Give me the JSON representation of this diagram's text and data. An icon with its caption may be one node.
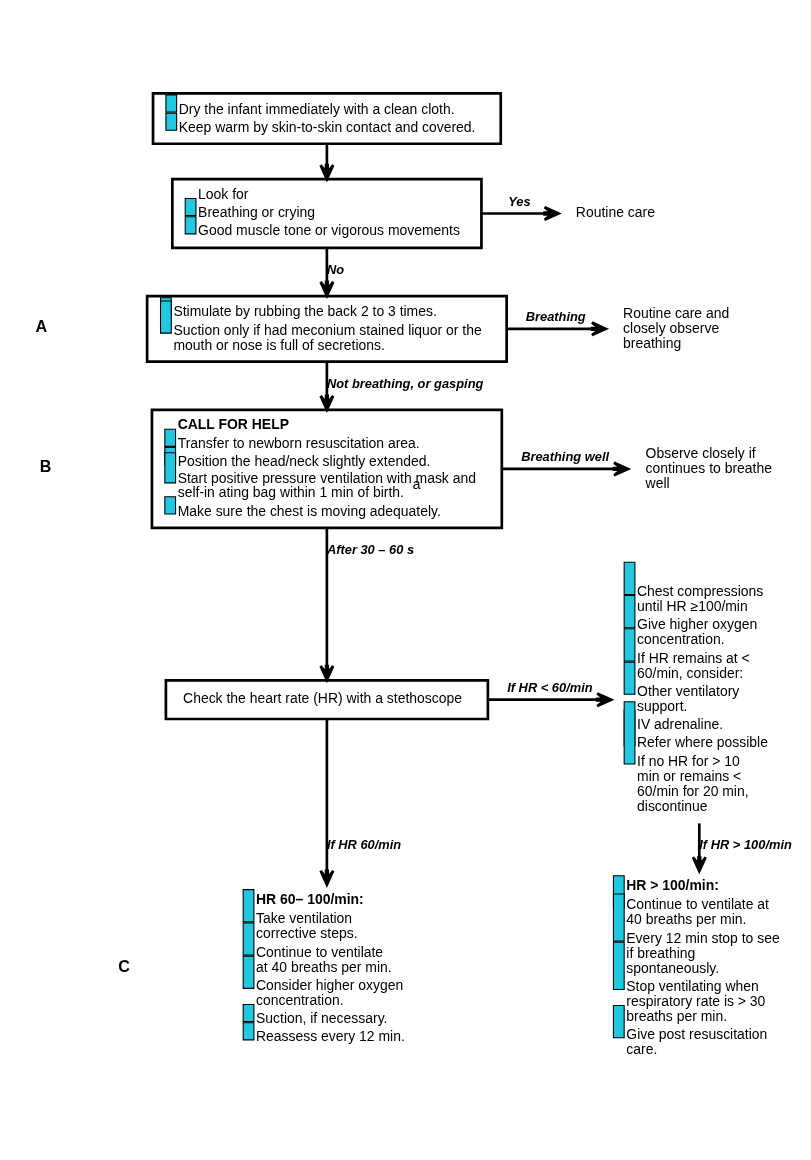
{
  "diagram": {
    "nodes": [
      {
        "text": [
          "Dry the infant immediately with a clean cloth.",
          "Keep warm by skin-to-skin contact and covered."
        ]
      },
      {
        "text": [
          "Look for",
          "Breathing or crying",
          "Good muscle tone or vigorous movements"
        ]
      },
      {
        "text": [
          "Routine care"
        ]
      },
      {
        "text": [
          "Stimulate by rubbing the back 2 to 3 times.",
          "Suction only if had meconium stained liquor or the mouth or nose is full of secretions."
        ]
      },
      {
        "text": [
          "Routine care and closely observe breathing"
        ]
      },
      {
        "text": [
          "CALL FOR HELP",
          "Transfer to newborn resuscitation area.",
          "Position the head/neck slightly extended.",
          "Start positive pressure ventilation with mask and self-in ating bag within 1 min of birth.$^{a}$",
          "Make sure the chest is moving adequately."
        ]
      },
      {
        "text": [
          "Observe closely if continues to breathe well"
        ]
      },
      {
        "text": [
          "Check the heart rate (HR) with a stethoscope"
        ]
      },
      {
        "text": [
          "Chest compressions until HR ≥100/min",
          "Give higher oxygen concentration.",
          "If HR remains at < 60/min, consider:",
          "Other ventilatory support.",
          "IV adrenaline.",
          "Refer where possible",
          "If no HR for > 10 min or remains < 60/min for 20 min, discontinue"
        ]
      },
      {
        "text": [
          "HR 60– 100/min:",
          "Take ventilation corrective steps.",
          "Continue to ventilate at 40 breaths per min.",
          "Consider higher oxygen concentration.",
          "Suction, if necessary.",
          "Reassess every 12 min."
        ]
      },
      {
        "text": [
          "HR > 100/min:",
          "Continue to ventilate at 40 breaths per min.",
          "Every 12 min stop to see if breathing spontaneously.",
          "Stop ventilating when respiratory rate is > 30 breaths per min.",
          "Give post resuscitation care."
        ]
      }
    ],
    "edges": [
      {
        "from": 0,
        "to": 1,
        "arrow": "to"
      },
      {
        "from": 1,
        "to": 2,
        "arrow": "to",
        "label": "Yes"
      },
      {
        "from": 1,
        "to": 3,
        "arrow": "to",
        "label": "No"
      },
      {
        "from": 3,
        "to": 4,
        "arrow": "to",
        "label": "Breathing"
      },
      {
        "from": 3,
        "to": 5,
        "arrow": "to",
        "label": "Not breathing, or gasping"
      },
      {
        "from": 5,
        "to": 6,
        "arrow": "to",
        "label": "Breathing well"
      },
      {
        "from": 5,
        "to": 7,
        "arrow": "to",
        "label": "After 30 – 60 s"
      },
      {
        "from": 7,
        "to": 8,
        "arrow": "to",
        "label": "If HR < 60/min"
      },
      {
        "from": 7,
        "to": 9,
        "arrow": "to",
        "label": "If HR 60/min"
      },
      {
        "from": 8,
        "to": 10,
        "arrow": "to",
        "label": "If HR > 100/min"
      }
    ],
    "labels": [
      "A",
      "B",
      "C"
    ]
  }
}
